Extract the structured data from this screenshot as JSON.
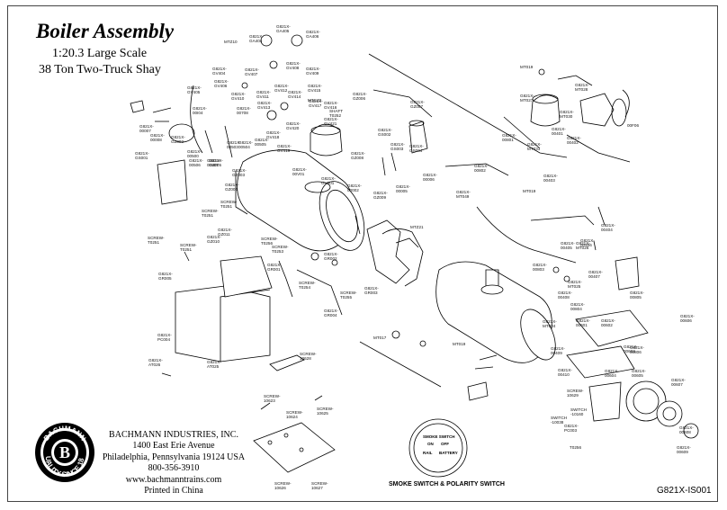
{
  "header": {
    "title": "Boiler Assembly",
    "scale": "1:20.3 Large Scale",
    "model": "38 Ton Two-Truck Shay"
  },
  "company": {
    "name": "BACHMANN INDUSTRIES, INC.",
    "street": "1400 East Erie Avenue",
    "city": "Philadelphia, Pennsylvania 19124 USA",
    "phone": "800-356-3910",
    "web": "www.bachmanntrains.com",
    "printed": "Printed in China"
  },
  "logo": {
    "brand": "BACHMANN",
    "motto": "QUALITY SINCE 1833",
    "monogram": "B"
  },
  "switch_caption": "SMOKE SWITCH & POLARITY SWITCH",
  "document_id": "G821X-IS001",
  "switch_plate_text": [
    "SMOKE SWITCH",
    "ON",
    "OFF",
    "RAIL",
    "BATTERY"
  ],
  "part_labels": [
    "MTZ10",
    "G821X-\nGA404",
    "G821X-\nGA405",
    "G821X-\nGA406",
    "G821X-\nGV404",
    "G821X-\nGV405",
    "G821X-\nGV406",
    "G821X-\nGV407",
    "G821X-\nGV408",
    "G821X-\nGV409",
    "G821X-\n00I04",
    "G821X-\nGV410",
    "G821X-\nGV411",
    "G821X-\nGV412",
    "G821X-\n00708",
    "G821X-\nGV413",
    "G821X-\nGV414",
    "G821X-\nGV415",
    "G821X-\nGV416",
    "G821X-\nGV417",
    "MTCZ2",
    "SHAFT\nT0252",
    "G821X-\nGV418",
    "G821X-\nGV419",
    "G821X-\nGV420",
    "G821X-\nGV421",
    "G821X-\n00500",
    "G821X-\n00506",
    "G821X-\n00507",
    "G821X-\n00503",
    "G821X-\n00504",
    "G821X-\n00505",
    "G821X-\nGS001",
    "G821X-\nGS002",
    "G821X-\nGS003",
    "G821X-\nGS004",
    "G821X-\n00002",
    "G821X-\n00005",
    "G821X-\n00006",
    "G821X-\n00007",
    "G821X-\n00008",
    "G821X-\nGV001",
    "G821X-\n00V01",
    "G821X-\nGZ002",
    "G821X-\nGZ003",
    "G821X-\nGZ004",
    "G821X-\nGZ005",
    "G821X-\nGZ006",
    "G821X-\nGZ007",
    "G821X-\nGZ008",
    "G821X-\nGZ009",
    "G821X-\nGZ010",
    "G821X-\nGZ011",
    "SCREW-\nT0251",
    "SCREW-\nT0251",
    "SCREW-\nT0251",
    "SCREW-\nT0251",
    "SCREW-\nT0253",
    "SCREW-\nT0254",
    "SCREW-\nT0255",
    "SCREW-\nT0256",
    "G821X-\nGR001",
    "G821X-\nGR002",
    "G821X-\nGR003",
    "G821X-\nGR004",
    "G821X-\nGR005",
    "G821X-\nPC003",
    "G821X-\nPC004",
    "G821X-\nAT025",
    "G821X-\nAT026",
    "G821X-\nMT049",
    "MTZ21",
    "MT019",
    "MT017",
    "MT019",
    "MT019",
    "G821X-\nMT027",
    "G821X-\nMT028",
    "G821X-\nMT030",
    "G821X-\nMT031",
    "G821X-\n00401",
    "G821X-\n00402",
    "G821X-\n00403",
    "G821X-\n00404",
    "G821X-\n00405",
    "G821X-\n00406",
    "G821X-\n00407",
    "G821X-\n00408",
    "G821X-\n00409",
    "G821X-\n00410",
    "G821X-\n00601",
    "G821X-\n00602",
    "G821X-\n00603",
    "G821X-\n00604",
    "G821X-\n00605",
    "G821X-\n00606",
    "G821X-\n00607",
    "G821X-\n00608",
    "G821X-\n00609",
    "SWITCH\n-10038",
    "SWITCH\n-10160",
    "T0256",
    "G821X-\nMT024",
    "G821X-\nMT025",
    "G821X-\nMT026",
    "00F06",
    "G821X-\n00801",
    "G821X-\n00802",
    "G821X-\n00803",
    "G821X-\n00804",
    "G821X-\n00805",
    "G821X-\n00806",
    "SCREW-\n10623",
    "SCREW-\n10624",
    "SCREW-\n10625",
    "SCREW-\n10626",
    "SCREW-\n10627",
    "SCREW-\n10628",
    "SCREW-\n10629"
  ]
}
